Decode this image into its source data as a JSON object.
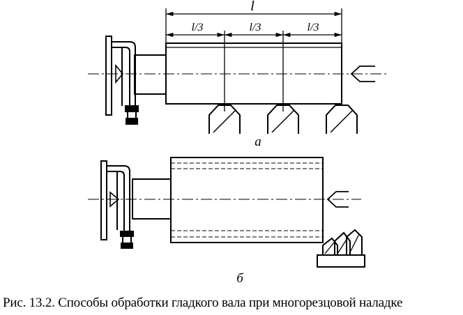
{
  "figure": {
    "caption": "Рис. 13.2. Способы обработки гладкого вала при многорезцовой наладке",
    "diagram_a": {
      "label": "а",
      "dimension_total": "l",
      "dimension_segments": [
        "l/3",
        "l/3",
        "l/3"
      ],
      "cutter_count": 3
    },
    "diagram_b": {
      "label": "б",
      "cutter_block_count": 3
    }
  }
}
